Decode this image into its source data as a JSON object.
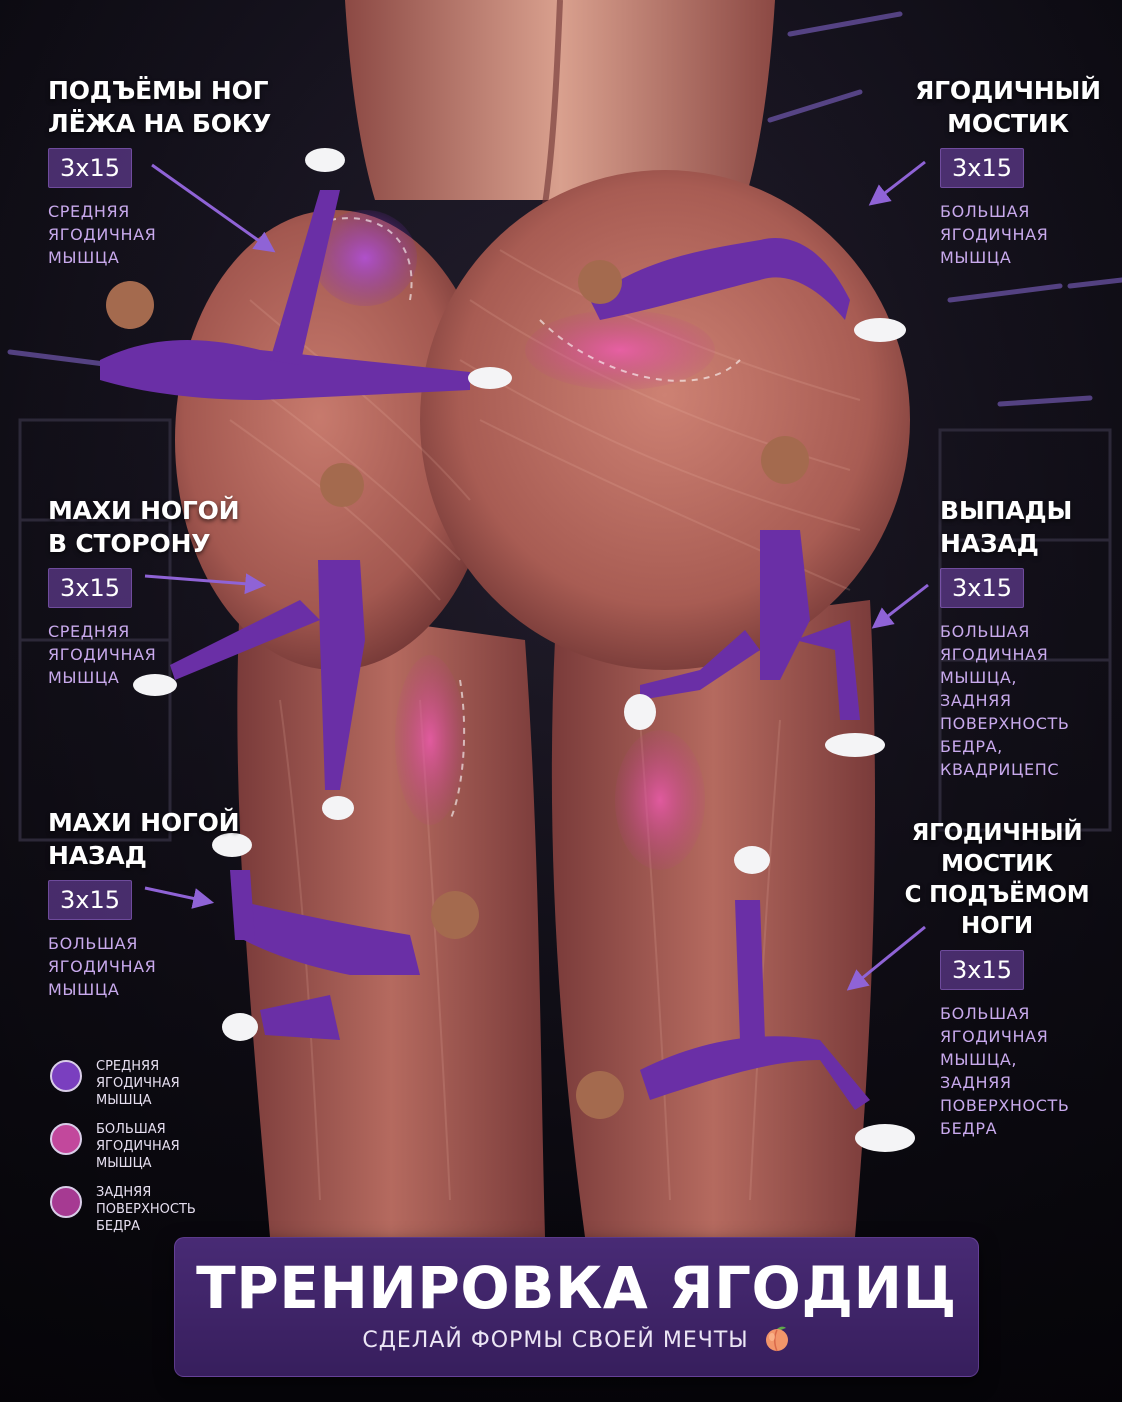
{
  "exercises": {
    "side_leg_raise": {
      "title": "ПОДЪЁМЫ НОГ\nЛЁЖА НА БОКУ",
      "sets": "3x15",
      "muscle": "СРЕДНЯЯ\nЯГОДИЧНАЯ\nМЫШЦА"
    },
    "glute_bridge": {
      "title": "ЯГОДИЧНЫЙ\nМОСТИК",
      "sets": "3x15",
      "muscle": "БОЛЬШАЯ\nЯГОДИЧНАЯ\nМЫШЦА"
    },
    "side_kick": {
      "title": "МАХИ НОГОЙ\nВ СТОРОНУ",
      "sets": "3x15",
      "muscle": "СРЕДНЯЯ\nЯГОДИЧНАЯ\nМЫШЦА"
    },
    "reverse_lunge": {
      "title": "ВЫПАДЫ\nНАЗАД",
      "sets": "3x15",
      "muscle": "БОЛЬШАЯ\nЯГОДИЧНАЯ\nМЫШЦА,\nЗАДНЯЯ\nПОВЕРХНОСТЬ\nБЕДРА,\nКВАДРИЦЕПС"
    },
    "back_kick": {
      "title": "МАХИ НОГОЙ\nНАЗАД",
      "sets": "3x15",
      "muscle": "БОЛЬШАЯ\nЯГОДИЧНАЯ\nМЫШЦА"
    },
    "single_leg_bridge": {
      "title": "ЯГОДИЧНЫЙ\nМОСТИК\nС ПОДЪЁМОМ НОГИ",
      "sets": "3x15",
      "muscle": "БОЛЬШАЯ\nЯГОДИЧНАЯ\nМЫШЦА,\nЗАДНЯЯ\nПОВЕРХНОСТЬ\nБЕДРА"
    }
  },
  "legend": [
    {
      "label": "СРЕДНЯЯ\nЯГОДИЧНАЯ\nМЫШЦА",
      "color": "#7a3fbf"
    },
    {
      "label": "БОЛЬШАЯ\nЯГОДИЧНАЯ\nМЫШЦА",
      "color": "#c2489c"
    },
    {
      "label": "ЗАДНЯЯ\nПОВЕРХНОСТЬ\nБЕДРА",
      "color": "#a63a92"
    }
  ],
  "banner": {
    "title": "ТРЕНИРОВКА ЯГОДИЦ",
    "subtitle": "СДЕЛАЙ ФОРМЫ СВОЕЙ МЕЧТЫ"
  },
  "colors": {
    "accent": "#7b4bc4",
    "arrow": "#8f63d6",
    "muscle_tissue": "#b8675e",
    "highlight_medius": "#9a45d0",
    "highlight_maximus": "#e0509f"
  },
  "icons": [
    "peach-icon"
  ]
}
